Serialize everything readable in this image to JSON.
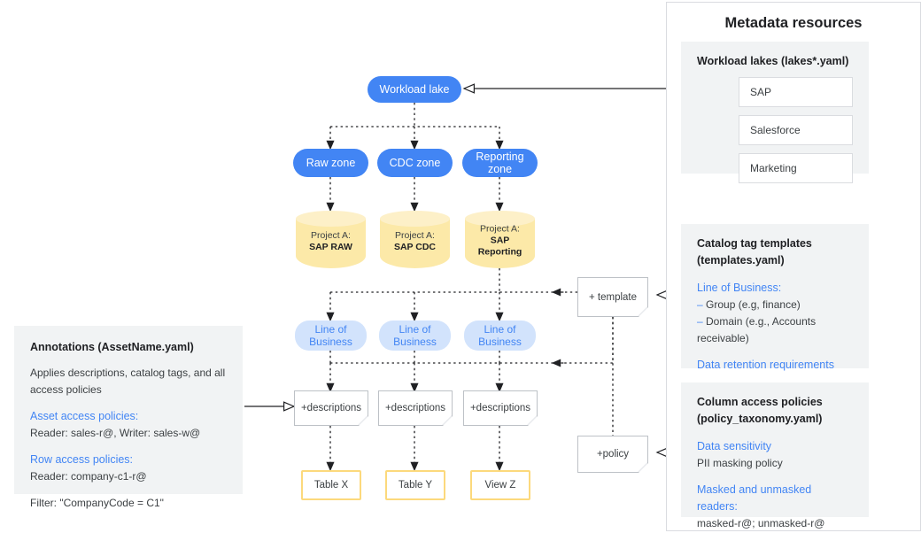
{
  "flow": {
    "workload_lake": "Workload lake",
    "zones": [
      {
        "label": "Raw zone"
      },
      {
        "label": "CDC zone"
      },
      {
        "label": "Reporting\nzone"
      }
    ],
    "projects": [
      {
        "prefix": "Project A:",
        "name": "SAP RAW"
      },
      {
        "prefix": "Project A:",
        "name": "SAP CDC"
      },
      {
        "prefix": "Project A:",
        "name": "SAP\nReporting"
      }
    ],
    "lob_label": "Line of\nBusiness",
    "lob_nodes": [
      {
        "label": "Line of\nBusiness"
      },
      {
        "label": "Line of\nBusiness"
      },
      {
        "label": "Line of\nBusiness"
      }
    ],
    "description_notes": [
      {
        "label": "+descriptions"
      },
      {
        "label": "+descriptions"
      },
      {
        "label": "+descriptions"
      }
    ],
    "outputs": [
      {
        "label": "Table X"
      },
      {
        "label": "Table Y"
      },
      {
        "label": "View Z"
      }
    ],
    "template_note": "+ template",
    "policy_note": "+policy"
  },
  "annotations": {
    "title": "Annotations (AssetName.yaml)",
    "intro": "Applies descriptions, catalog tags, and all access policies",
    "asset_policies_heading": "Asset access policies:",
    "asset_policies_value": "Reader: sales-r@, Writer: sales-w@",
    "row_policies_heading": "Row access policies:",
    "row_policies_value": "Reader: company-c1-r@",
    "filter_value": "Filter: \"CompanyCode = C1\""
  },
  "metadata_panel": {
    "title": "Metadata resources",
    "workload_lakes": {
      "heading": "Workload lakes (lakes*.yaml)",
      "items": [
        {
          "label": "SAP"
        },
        {
          "label": "Salesforce"
        },
        {
          "label": "Marketing"
        }
      ]
    },
    "catalog_templates": {
      "heading_line1": "Catalog tag templates",
      "heading_line2": "(templates.yaml)",
      "lob_heading": "Line of Business:",
      "lob_items": [
        {
          "label": "Group (e.g, finance)"
        },
        {
          "label": "Domain (e.g., Accounts receivable)"
        }
      ],
      "retention_heading": "Data retention requirements"
    },
    "column_policies": {
      "heading_line1": "Column access policies",
      "heading_line2": "(policy_taxonomy.yaml)",
      "sensitivity_heading": "Data sensitivity",
      "sensitivity_value": "PII masking policy",
      "readers_heading": "Masked and unmasked readers:",
      "readers_value": "masked-r@; unmasked-r@"
    }
  },
  "colors": {
    "brand_blue": "#4285f4",
    "light_blue": "#d2e3fc",
    "amber": "#fce9a8",
    "amber_border": "#fcd97c",
    "panel_gray": "#f1f3f4",
    "text": "#3c4043"
  }
}
